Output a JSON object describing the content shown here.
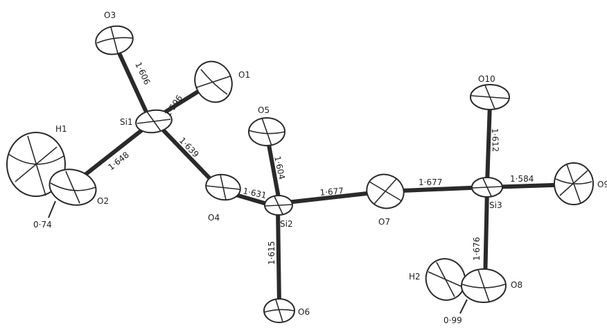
{
  "atoms": {
    "O1": "O1",
    "O2": "O2",
    "O3": "O3",
    "O4": "O4",
    "O5": "O5",
    "O6": "O6",
    "O7": "O7",
    "O8": "O8",
    "O9": "O9",
    "O10": "O10",
    "Si1": "Si1",
    "Si2": "Si2",
    "Si3": "Si3",
    "H1": "H1",
    "H2": "H2"
  },
  "bonds": {
    "si1_o3": "1·606",
    "si1_o1": "1·596",
    "si1_o2": "1·648",
    "si1_o4": "1·639",
    "si2_o4": "1·631",
    "si2_o5": "1·604",
    "si2_o7": "1·677",
    "si2_o6": "1·615",
    "si3_o7": "1·677",
    "si3_o10": "1·612",
    "si3_o9": "1·584",
    "si3_o8": "1·676",
    "o2_h1": "0·74",
    "o8_h2": "0·99"
  }
}
